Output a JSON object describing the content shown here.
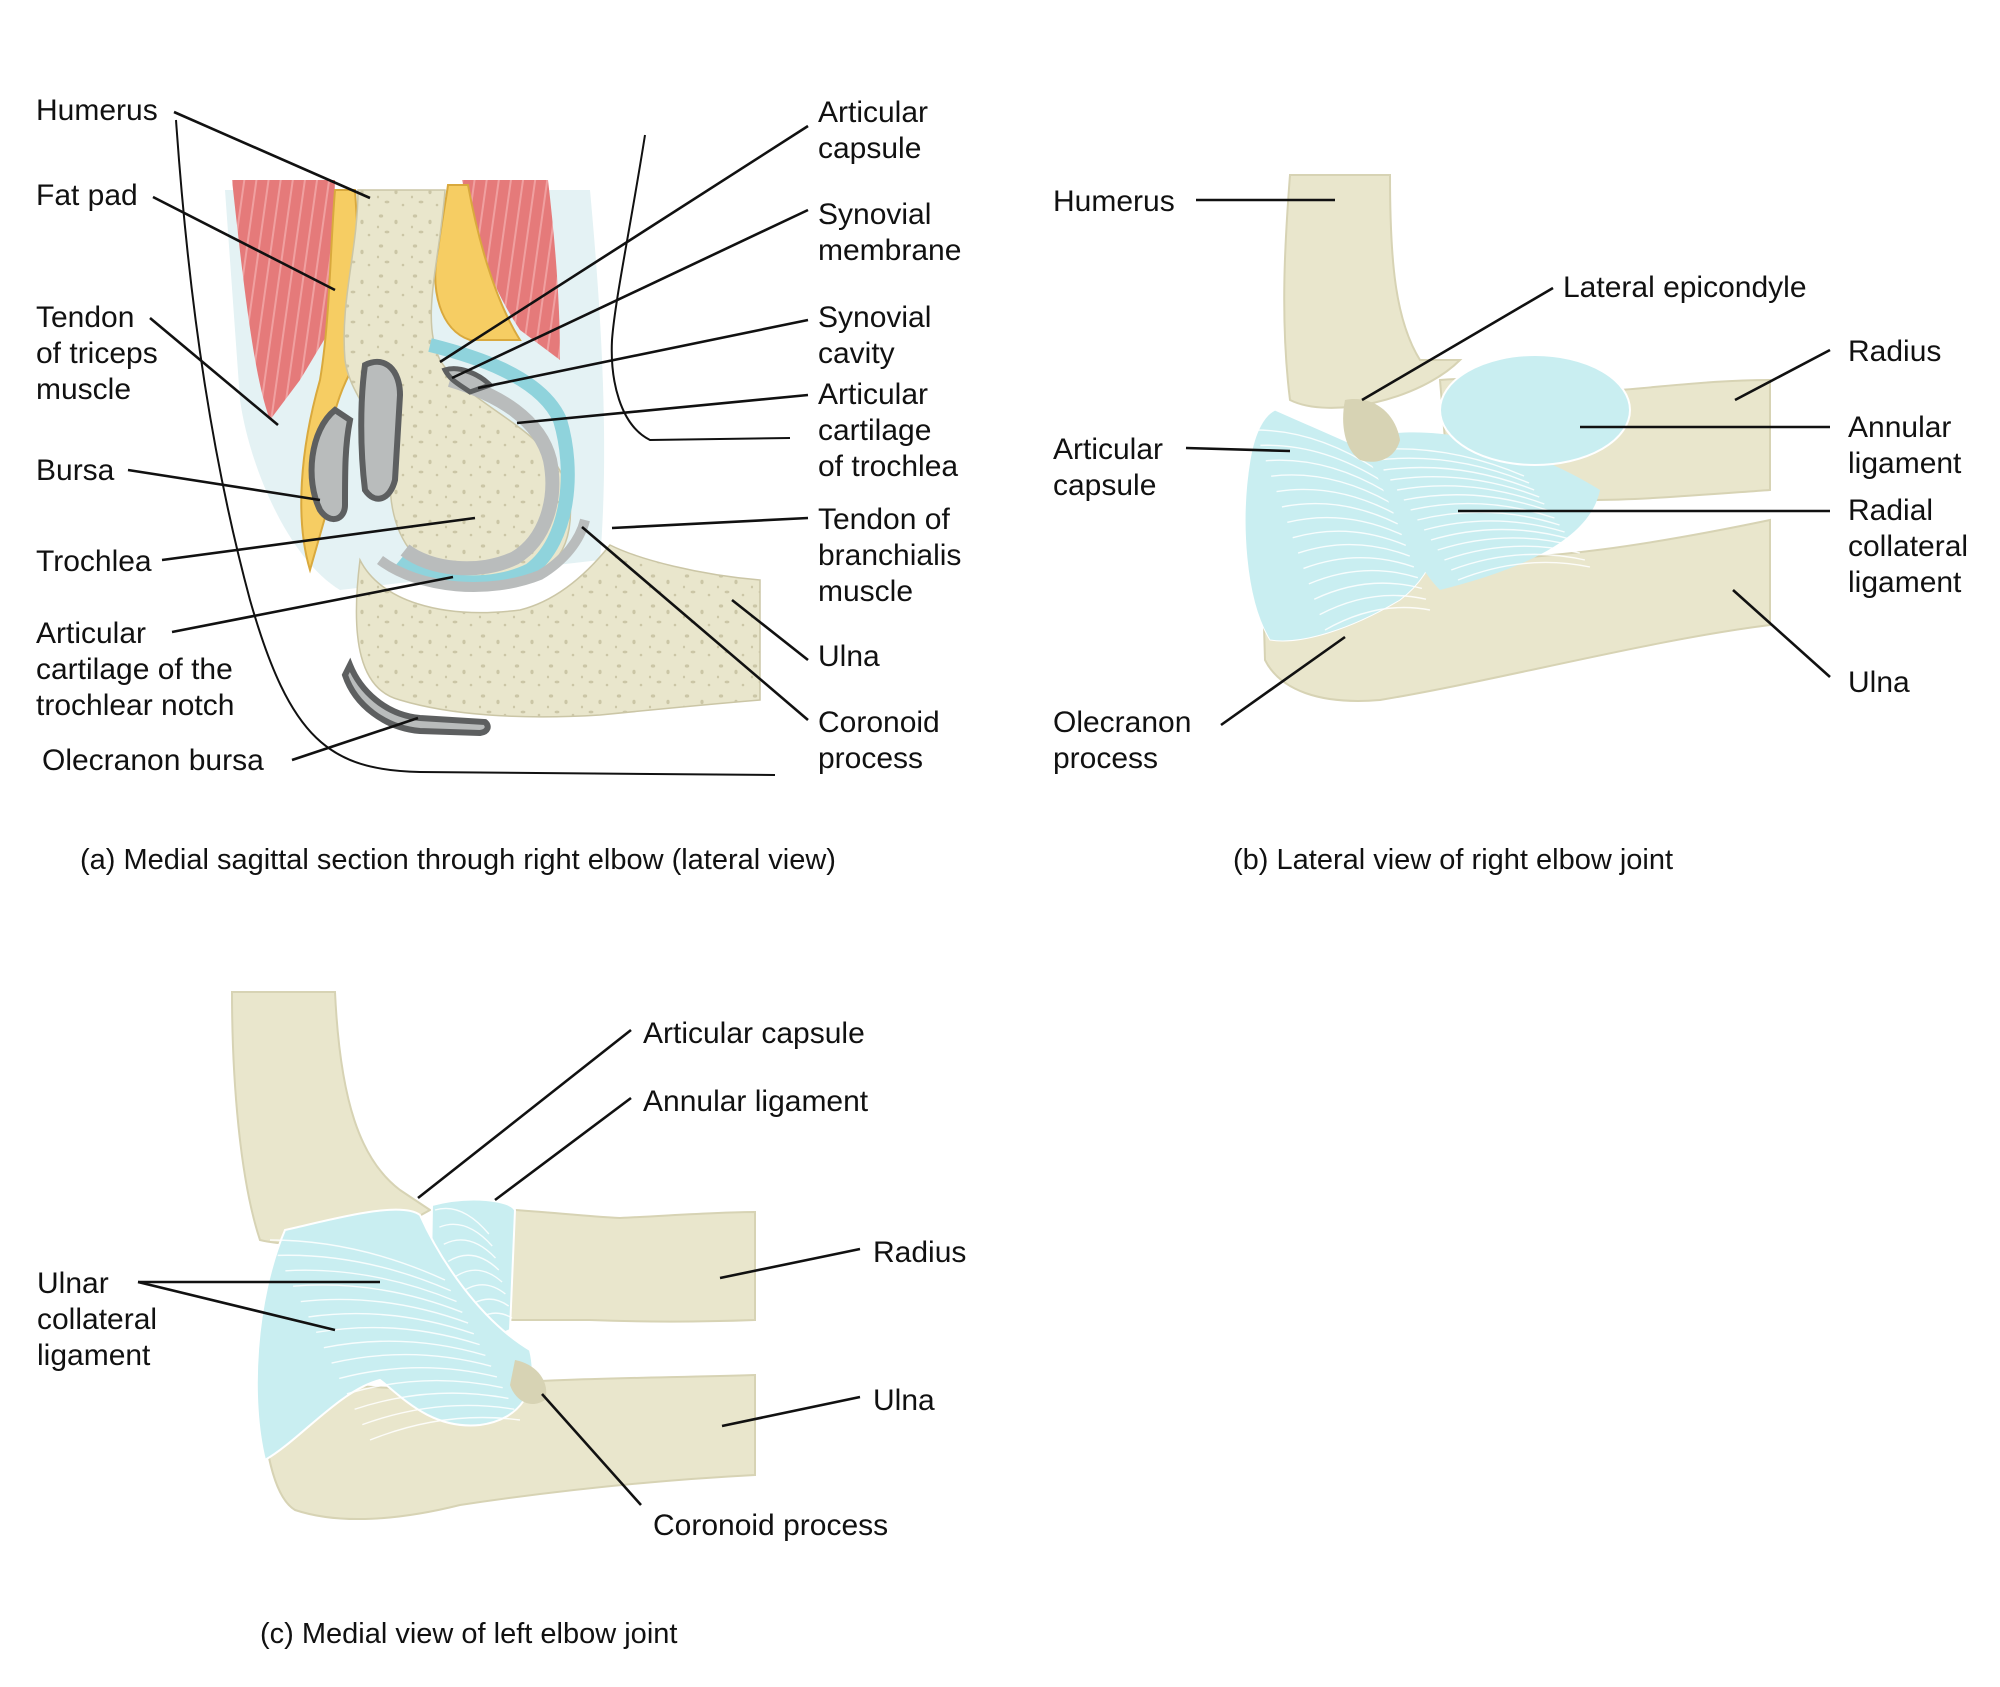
{
  "colors": {
    "bone": "#e9e6cc",
    "bone_shade": "#d7d3b4",
    "bone_pore": "#cbc6a6",
    "muscle": "#e57a7a",
    "fat": "#f6cd63",
    "fat_outline": "#d9a93d",
    "capsule_tissue": "#e4f2f4",
    "synovial_membrane": "#8fd3dc",
    "cartilage": "#b9bcbc",
    "cavity_outline": "#5d5f60",
    "ligament": "#c9eef1",
    "ligament_stroke": "#ffffff",
    "line": "#111111"
  },
  "panel_a": {
    "caption": "(a) Medial sagittal section through right elbow (lateral view)",
    "labels": {
      "humerus": "Humerus",
      "fat_pad": "Fat pad",
      "tendon_triceps": [
        "Tendon",
        "of triceps",
        "muscle"
      ],
      "bursa": "Bursa",
      "trochlea": "Trochlea",
      "articular_cartilage_notch": [
        "Articular",
        "cartilage of the",
        "trochlear notch"
      ],
      "olecranon_bursa": "Olecranon bursa",
      "articular_capsule": [
        "Articular",
        "capsule"
      ],
      "synovial_membrane": [
        "Synovial",
        "membrane"
      ],
      "synovial_cavity": [
        "Synovial",
        "cavity"
      ],
      "articular_cartilage_trochlea": [
        "Articular",
        "cartilage",
        "of trochlea"
      ],
      "tendon_branchialis": [
        "Tendon of",
        "branchialis",
        "muscle"
      ],
      "ulna": "Ulna",
      "coronoid_process": [
        "Coronoid",
        "process"
      ]
    }
  },
  "panel_b": {
    "caption": "(b) Lateral view of right elbow joint",
    "labels": {
      "humerus": "Humerus",
      "lateral_epicondyle": "Lateral epicondyle",
      "radius": "Radius",
      "annular_ligament": [
        "Annular",
        "ligament"
      ],
      "articular_capsule": [
        "Articular",
        "capsule"
      ],
      "radial_collateral_ligament": [
        "Radial",
        "collateral",
        "ligament"
      ],
      "ulna": "Ulna",
      "olecranon_process": [
        "Olecranon",
        "process"
      ]
    }
  },
  "panel_c": {
    "caption": "(c) Medial view of left elbow joint",
    "labels": {
      "articular_capsule": "Articular capsule",
      "annular_ligament": "Annular ligament",
      "radius": "Radius",
      "ulnar_collateral_ligament": [
        "Ulnar",
        "collateral",
        "ligament"
      ],
      "ulna": "Ulna",
      "coronoid_process": "Coronoid process"
    }
  }
}
